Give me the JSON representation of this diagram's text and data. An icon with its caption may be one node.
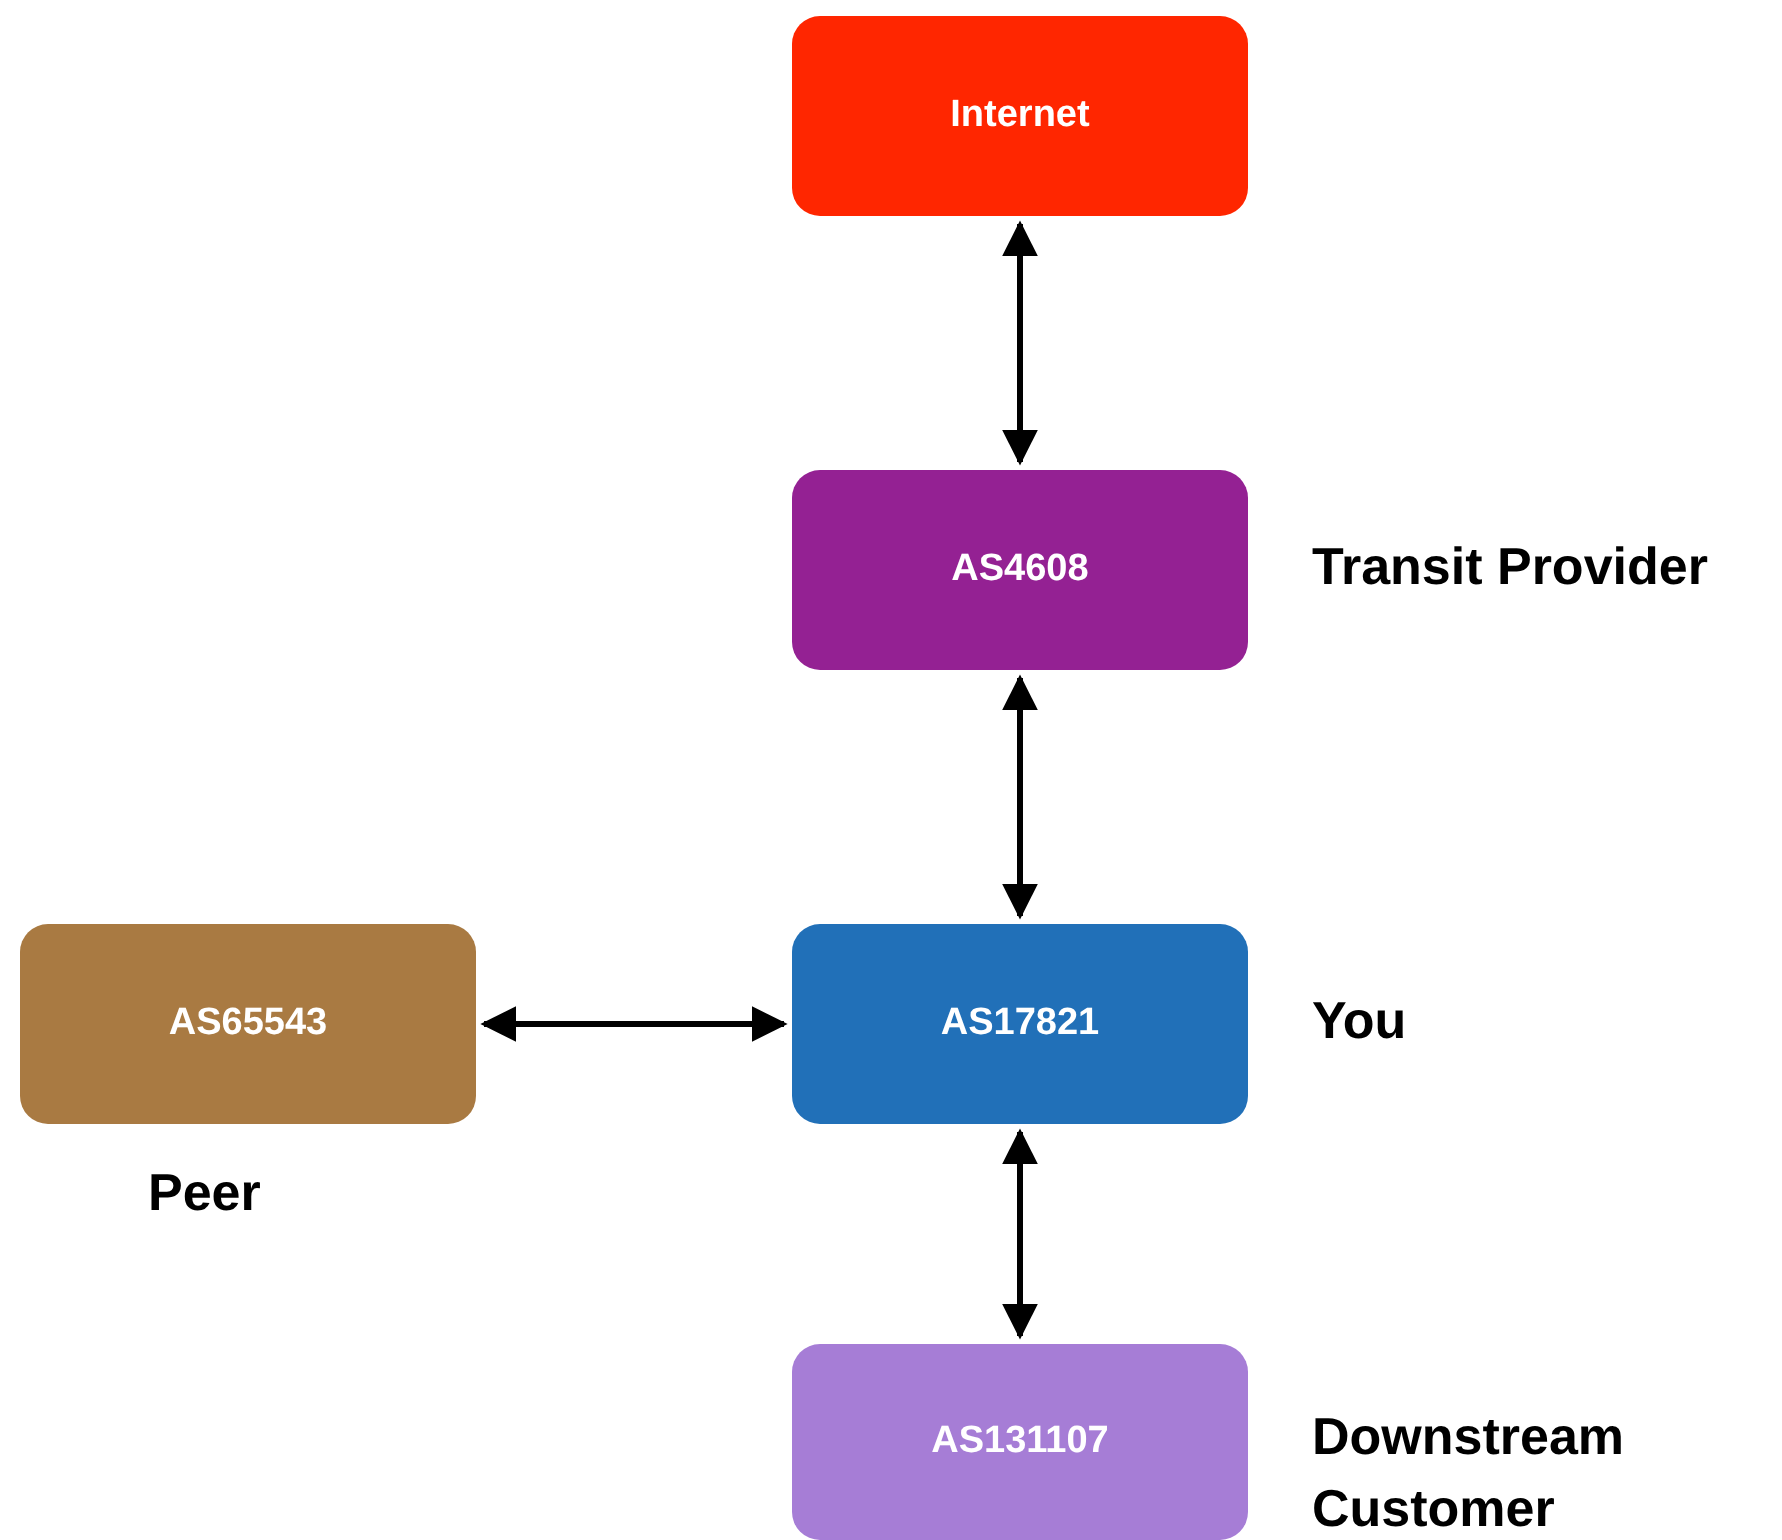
{
  "diagram": {
    "nodes": [
      {
        "text": [
          "Internet"
        ]
      },
      {
        "text": [
          "AS4608"
        ],
        "beside": [
          "Transit Provider"
        ]
      },
      {
        "text": [
          "AS65543"
        ],
        "beside": [
          "Peer"
        ]
      },
      {
        "text": [
          "AS17821"
        ],
        "beside": [
          "You"
        ]
      },
      {
        "text": [
          "AS131107"
        ],
        "beside": [
          "Downstream Customer"
        ]
      }
    ],
    "edges": [
      {
        "from": 0,
        "to": 1,
        "arrow": "both"
      },
      {
        "from": 1,
        "to": 3,
        "arrow": "both"
      },
      {
        "from": 2,
        "to": 3,
        "arrow": "both"
      },
      {
        "from": 3,
        "to": 4,
        "arrow": "both"
      }
    ]
  }
}
